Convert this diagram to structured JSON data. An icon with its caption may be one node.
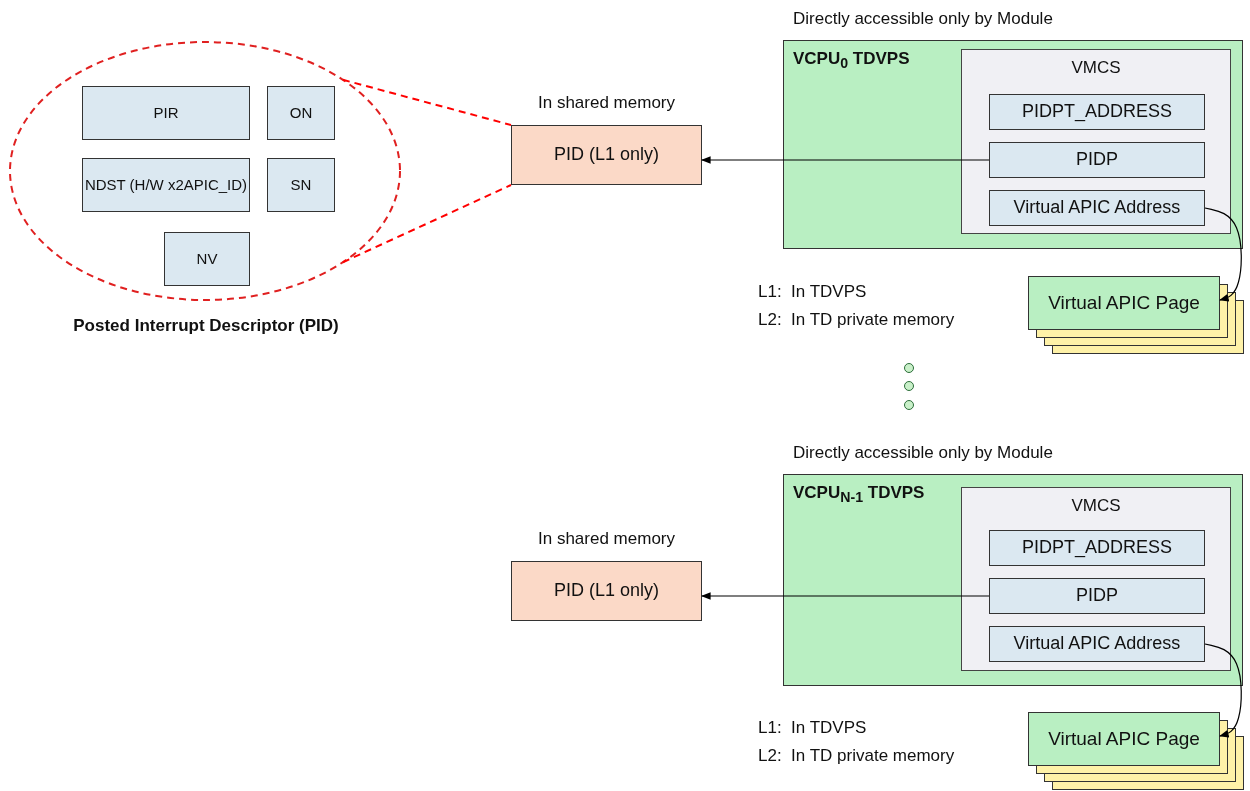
{
  "diagram": {
    "nodes": [
      {
        "text": [
          "Posted Interrupt Descriptor (PID)"
        ]
      },
      {
        "text": [
          "PIR"
        ],
        "in": 0
      },
      {
        "text": [
          "ON"
        ],
        "in": 0
      },
      {
        "text": [
          "NDST (H/W x2APIC_ID)"
        ],
        "in": 0
      },
      {
        "text": [
          "SN"
        ],
        "in": 0
      },
      {
        "text": [
          "NV"
        ],
        "in": 0
      },
      {
        "text": [
          "In shared memory",
          "PID (L1 only)"
        ]
      },
      {
        "text": [
          "Directly accessible only by Module",
          "VCPU$_{0}$ TDVPS"
        ]
      },
      {
        "text": [
          "VMCS"
        ],
        "in": 7
      },
      {
        "text": [
          "PIDPT_ADDRESS"
        ],
        "in": 8
      },
      {
        "text": [
          "PIDP"
        ],
        "in": 8
      },
      {
        "text": [
          "Virtual APIC Address"
        ],
        "in": 8
      },
      {
        "text": [
          "Virtual APIC Page"
        ],
        "beside": [
          "L1:  In TDVPS",
          "L2:  In TD private memory"
        ]
      },
      {
        "text": [
          "In shared memory",
          "PID (L1 only)"
        ]
      },
      {
        "text": [
          "Directly accessible only by Module",
          "VCPU$_{N-1}$ TDVPS"
        ]
      },
      {
        "text": [
          "VMCS"
        ],
        "in": 14
      },
      {
        "text": [
          "PIDPT_ADDRESS"
        ],
        "in": 15
      },
      {
        "text": [
          "PIDP"
        ],
        "in": 15
      },
      {
        "text": [
          "Virtual APIC Address"
        ],
        "in": 15
      },
      {
        "text": [
          "Virtual APIC Page"
        ],
        "beside": [
          "L1:  In TDVPS",
          "L2:  In TD private memory"
        ]
      }
    ],
    "edges": [
      {
        "from": 0,
        "to": 6,
        "arrow": "none",
        "style": "dashed",
        "color": "#ff0000"
      },
      {
        "from": 0,
        "to": 6,
        "arrow": "none",
        "style": "dashed",
        "color": "#ff0000"
      },
      {
        "from": 10,
        "to": 6,
        "arrow": "to"
      },
      {
        "from": 11,
        "to": 12,
        "arrow": "to"
      },
      {
        "from": 17,
        "to": 13,
        "arrow": "to"
      },
      {
        "from": 18,
        "to": 19,
        "arrow": "to"
      }
    ]
  }
}
